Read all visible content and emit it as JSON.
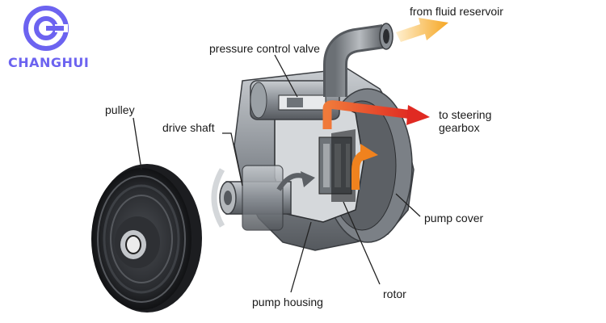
{
  "brand": {
    "name": "CHANGHUI",
    "color": "#6c63f0",
    "logo_icon": "concentric-circle-logo"
  },
  "labels": {
    "fluid_reservoir": "from fluid reservoir",
    "pressure_valve": "pressure control valve",
    "steering_line1": "to steering",
    "steering_line2": "gearbox",
    "pulley": "pulley",
    "drive_shaft": "drive shaft",
    "pump_cover": "pump cover",
    "pump_housing": "pump housing",
    "rotor": "rotor"
  },
  "colors": {
    "inflow_arrow": "#f5a623",
    "outflow_arrow": "#e63b2e",
    "pump_metal": "#8a8f95",
    "dark_metal": "#3a3d41"
  }
}
